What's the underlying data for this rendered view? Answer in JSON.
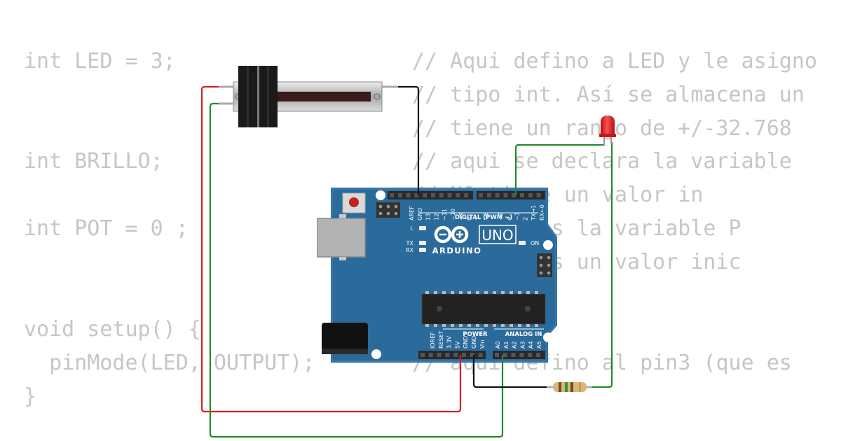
{
  "code": {
    "line1": "int LED = 3;",
    "line2": "int BRILLO;",
    "line3": "int POT = 0 ;",
    "line4": "void setup() {",
    "line5": "  pinMode(LED, OUTPUT);",
    "line6": "}",
    "comment1": "// Aqui defino a LED y le asigno",
    "comment2": "// tipo int. Así se almacena un",
    "comment3": "// tiene un rango de +/-32.768",
    "comment4": "// aqui se declara la variable",
    "comment5": "// NO tiene un valor in",
    "comment6": "// definimos la variable P",
    "comment7": "// asignamos un valor inic",
    "comment8": "// aqui defino al pin3 (que es"
  },
  "board": {
    "brand": "ARDUINO",
    "model": "UNO",
    "digital_label": "DIGITAL (PWM ~)",
    "digital_pins": [
      "AREF",
      "GND",
      "13",
      "12",
      "~11",
      "~10",
      "~9",
      "8",
      "7",
      "~6",
      "~5",
      "4",
      "~3",
      "2",
      "TX→1",
      "RX←0"
    ],
    "power_label": "POWER",
    "power_pins": [
      "IOREF",
      "RESET",
      "3.3V",
      "5V",
      "GND",
      "GND",
      "Vin"
    ],
    "analog_label": "ANALOG IN",
    "analog_pins": [
      "A0",
      "A1",
      "A2",
      "A3",
      "A4",
      "A5"
    ],
    "led_l": "L",
    "led_tx": "TX",
    "led_rx": "RX",
    "led_on": "ON"
  },
  "colors": {
    "board": "#2b6b9b",
    "wire_5v": "#d42020",
    "wire_signal": "#1f8a2a",
    "wire_gnd": "#111111",
    "led": "#e02020"
  }
}
